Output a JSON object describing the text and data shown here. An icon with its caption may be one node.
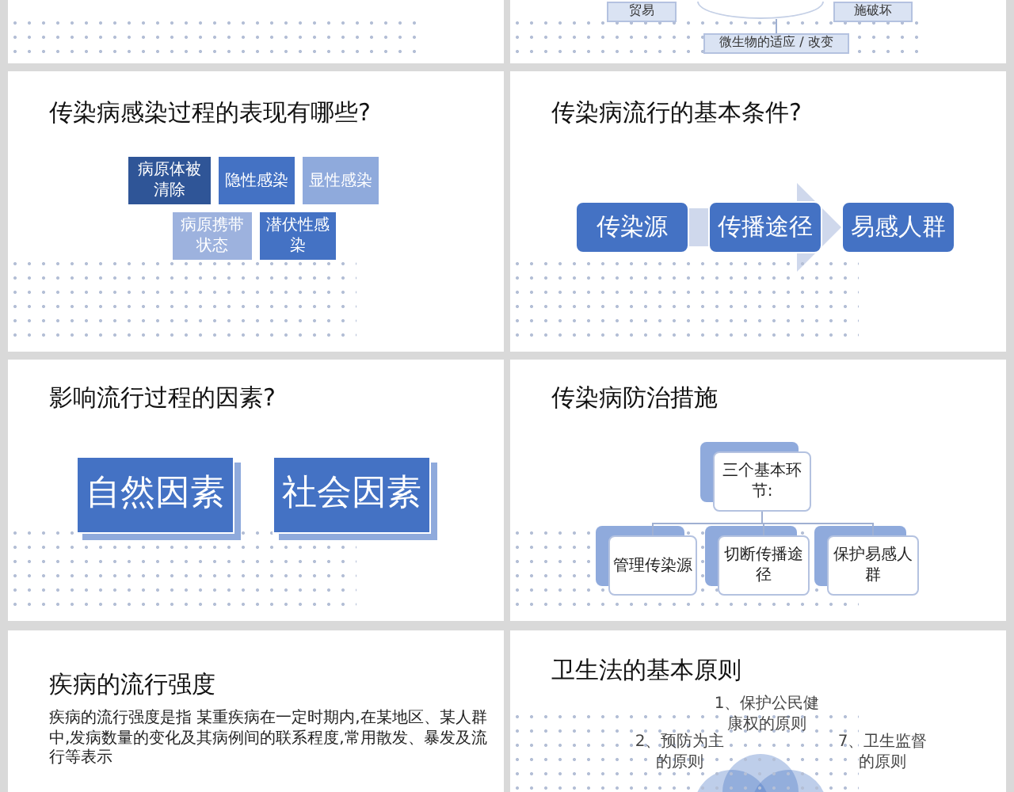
{
  "diagram": {
    "nodes": [
      {
        "text": [],
        "shape": "box"
      },
      {
        "text": [],
        "shape": "box"
      },
      {
        "text": [
          "贸易"
        ],
        "in": 1
      },
      {
        "text": [],
        "shape": "circle",
        "in": 1
      },
      {
        "text": [
          "施破坏"
        ],
        "in": 1
      },
      {
        "text": [
          "微生物的适应 / 改变"
        ],
        "in": 1
      },
      {
        "text": [
          "传染病感染过程的表现有哪些?"
        ]
      },
      {
        "text": [
          "病原体被清除"
        ],
        "in": 6
      },
      {
        "text": [
          "隐性感染"
        ],
        "in": 6
      },
      {
        "text": [
          "显性感染"
        ],
        "in": 6
      },
      {
        "text": [
          "病原携带状态"
        ],
        "in": 6
      },
      {
        "text": [
          "潜伏性感染"
        ],
        "in": 6
      },
      {
        "text": [
          "传染病流行的基本条件?"
        ]
      },
      {
        "text": [
          "传染源"
        ],
        "in": 12
      },
      {
        "text": [
          "传播途径"
        ],
        "in": 12
      },
      {
        "text": [
          "易感人群"
        ],
        "in": 12
      },
      {
        "text": [
          "影响流行过程的因素?"
        ]
      },
      {
        "text": [
          "自然因素"
        ],
        "in": 16
      },
      {
        "text": [
          "社会因素"
        ],
        "in": 16
      },
      {
        "text": [
          "传染病防治措施"
        ]
      },
      {
        "text": [
          "三个基本环节:"
        ],
        "in": 19
      },
      {
        "text": [
          "管理传染源"
        ],
        "in": 19
      },
      {
        "text": [
          "切断传播途径"
        ],
        "in": 19
      },
      {
        "text": [
          "保护易感人群"
        ],
        "in": 19
      },
      {
        "text": [
          "疾病的流行强度",
          "疾病的流行强度是指 某重疾病在一定时期内,在某地区、某人群中,发病数量的变化及其病例间的联系程度,常用散发、暴发及流行等表示"
        ]
      },
      {
        "text": [
          "卫生法的基本原则"
        ]
      }
    ],
    "edges": [
      {
        "from": 5,
        "to": 3,
        "arrow": "none"
      },
      {
        "from": 13,
        "to": 15,
        "arrow": "to",
        "style": "thick"
      },
      {
        "from": 20,
        "to": 21,
        "arrow": "none"
      },
      {
        "from": 20,
        "to": 22,
        "arrow": "none"
      },
      {
        "from": 20,
        "to": 23,
        "arrow": "none"
      }
    ],
    "labels": [
      "1、保护公民健康权的原则",
      "2、预防为主的原则",
      "7、卫生监督的原则"
    ]
  }
}
